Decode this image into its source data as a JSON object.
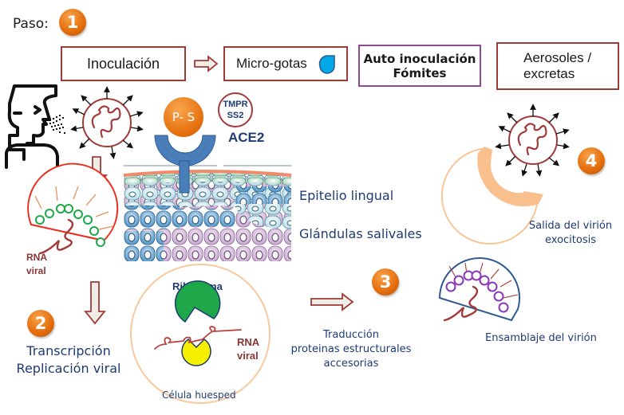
{
  "header": {
    "step_label": "Paso:",
    "step_badge": "1"
  },
  "boxes": [
    {
      "label": "Inoculación"
    },
    {
      "label": "Micro-gotas"
    },
    {
      "line1": "Auto inoculación",
      "line2": "Fómites"
    },
    {
      "line1": "Aerosoles /",
      "line2": "excretas"
    }
  ],
  "receptor": {
    "protein_label": "P- S",
    "tmprss2_line1": "TMPR",
    "tmprss2_line2": "SS2",
    "ace2_label": "ACE2"
  },
  "tissue": {
    "label1": "Epitelio lingual",
    "label2": "Glándulas salivales"
  },
  "step2": {
    "badge": "2",
    "rna_line1": "RNA",
    "rna_line2": "viral",
    "title_line1": "Transcripción",
    "title_line2": "Replicación viral"
  },
  "host_cell": {
    "ribosome_label": "Ribosoma",
    "rna_line1": "RNA",
    "rna_line2": "viral",
    "cell_label": "Célula huesped"
  },
  "step3": {
    "badge": "3",
    "line1": "Traducción",
    "line2": "proteinas estructurales",
    "line3": "accesorias"
  },
  "step4": {
    "badge": "4",
    "line1": "Salida del virión",
    "line2": "exocitosis"
  },
  "assembly": {
    "label": "Ensamblaje del virión"
  },
  "colors": {
    "badge_orange": "#e46c0a",
    "box_red": "#a23a3a",
    "box_purple": "#8e4a93",
    "text_navy": "#1f3b73",
    "virus_red": "#a23a3a",
    "receptor_blue": "#4a7ebb",
    "ribosome_green": "#1fa84a",
    "ribosome_yellow": "#f5f000",
    "droplet_blue": "#00a8e8",
    "membrane_peach": "#f9c08e"
  }
}
